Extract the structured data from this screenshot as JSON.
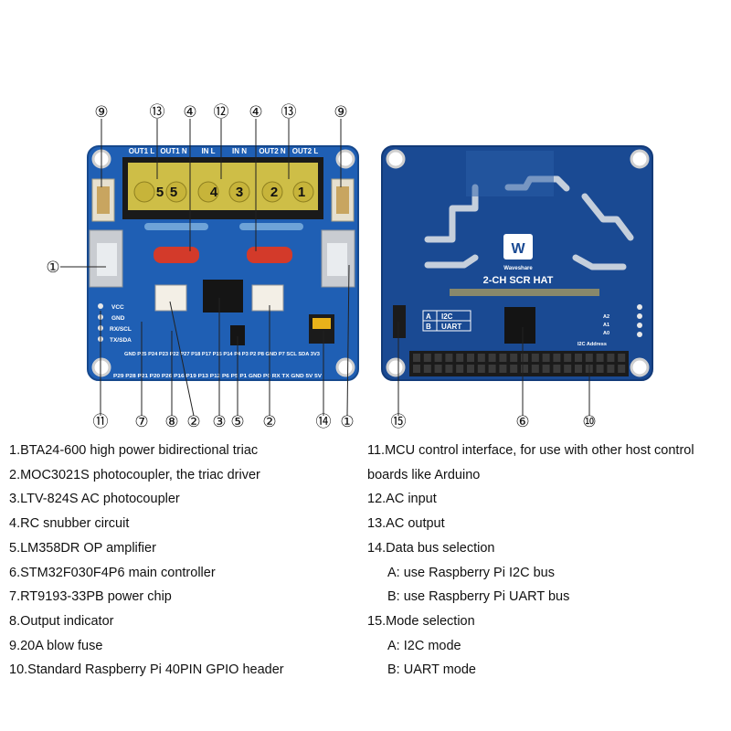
{
  "callouts": {
    "n1": "①",
    "n2": "②",
    "n3": "③",
    "n4": "④",
    "n5": "⑤",
    "n6": "⑥",
    "n7": "⑦",
    "n8": "⑧",
    "n9": "⑨",
    "n10": "⑩",
    "n11": "⑪",
    "n12": "⑫",
    "n13": "⑬",
    "n14": "⑭",
    "n15": "⑮"
  },
  "front_board": {
    "terminal_labels": [
      "OUT1 L",
      "OUT1 N",
      "IN L",
      "IN N",
      "OUT2 N",
      "OUT2 L"
    ],
    "terminal_numbers": [
      "5",
      "5",
      "4",
      "3",
      "2",
      "1"
    ],
    "mcu_pins": [
      "VCC",
      "GND",
      "RX/SCL",
      "TX/SDA"
    ],
    "header_row_top": "GND P25 P24 P23 P22 P27 P18 P17 P15 P14 P4 P3 P2 P8 GND P7 SCL SDA 3V3",
    "header_row_bottom": "P29 P28 P21 P20 P26 P16 P19 P13 P12 P6 P5 P1 GND P0 RX TX GND 5V 5V"
  },
  "back_board": {
    "brand": "Waveshare",
    "title": "2-CH SCR HAT",
    "mode_a_letter": "A",
    "mode_a_label": "I2C",
    "mode_b_letter": "B",
    "mode_b_label": "UART",
    "addr_pins": [
      "A2",
      "A1",
      "A0"
    ],
    "addr_label": "I2C Address"
  },
  "legend_left": [
    "1.BTA24-600 high power bidirectional triac",
    "2.MOC3021S photocoupler, the triac driver",
    "3.LTV-824S AC photocoupler",
    "4.RC snubber circuit",
    "5.LM358DR OP amplifier",
    "6.STM32F030F4P6 main controller",
    "7.RT9193-33PB power chip",
    "8.Output indicator",
    "9.20A blow fuse",
    "10.Standard Raspberry Pi 40PIN GPIO header"
  ],
  "legend_right": {
    "item11_line1": "11.MCU control interface, for use with other host control",
    "item11_line2": "boards like Arduino",
    "item12": "12.AC input",
    "item13": "13.AC output",
    "item14": "14.Data bus selection",
    "item14_a": "A: use Raspberry Pi I2C bus",
    "item14_b": "B: use Raspberry Pi UART bus",
    "item15": "15.Mode selection",
    "item15_a": "A: I2C mode",
    "item15_b": "B: UART mode"
  },
  "colors": {
    "pcb_blue": "#1f5fb4",
    "pcb_dark": "#1a4a93",
    "terminal_yellow": "#d8c74a",
    "relay_red": "#d33a2a",
    "header_black": "#1b1b1b"
  }
}
